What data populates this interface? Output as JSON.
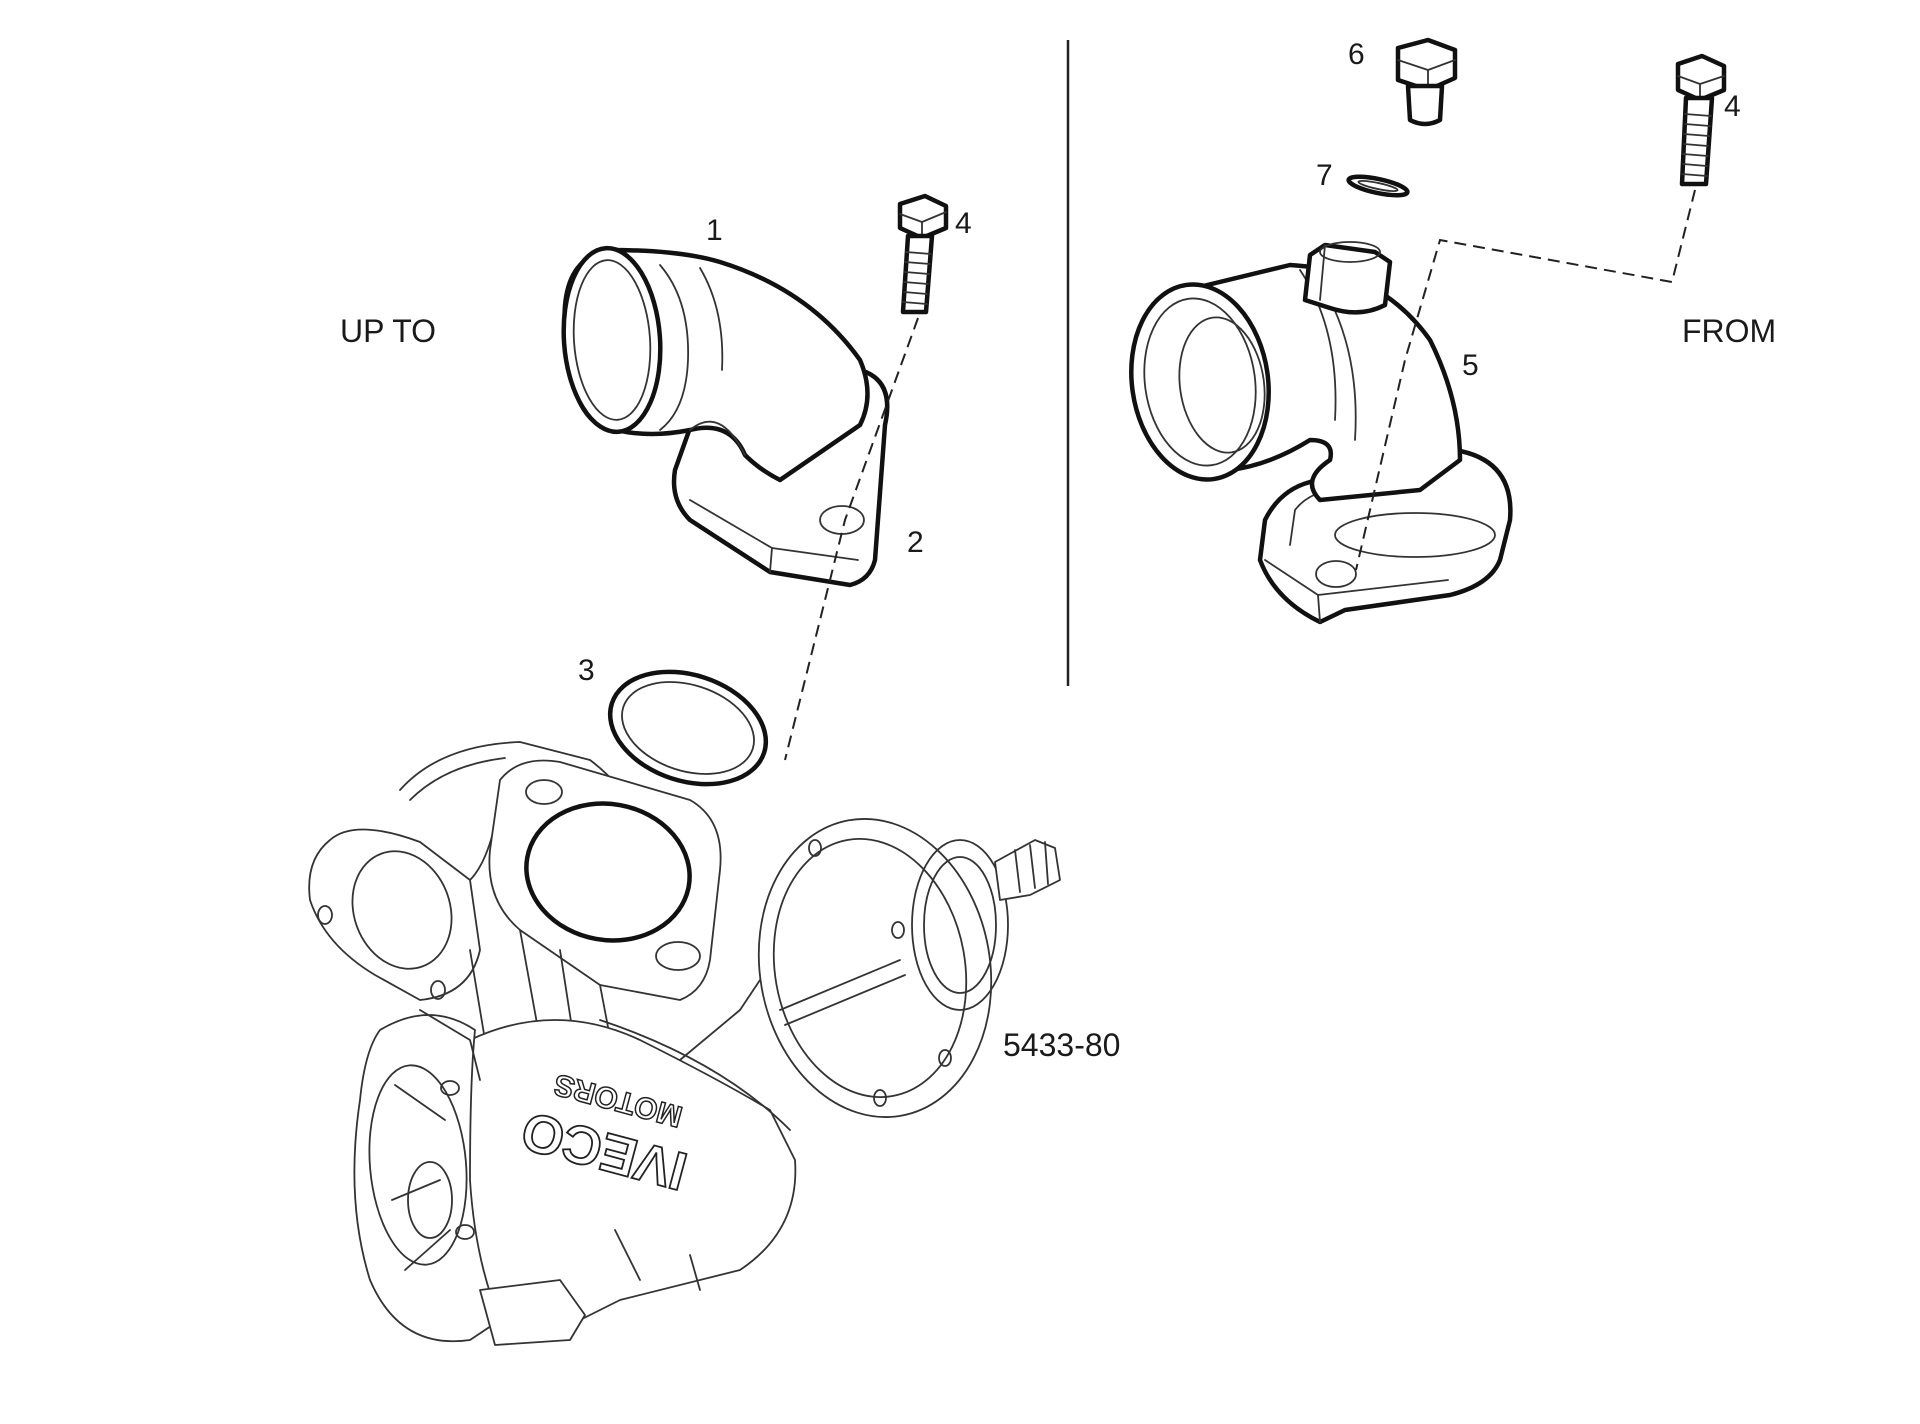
{
  "captions": {
    "left": "UP TO",
    "right": "FROM",
    "figure_code": "5433-80"
  },
  "callouts": {
    "part_1": "1",
    "part_2": "2",
    "part_3": "3",
    "part_4_left": "4",
    "part_4_right": "4",
    "part_5": "5",
    "part_6": "6",
    "part_7": "7"
  },
  "embossed": {
    "brand": "IVECO",
    "subtitle": "MOTORS"
  }
}
